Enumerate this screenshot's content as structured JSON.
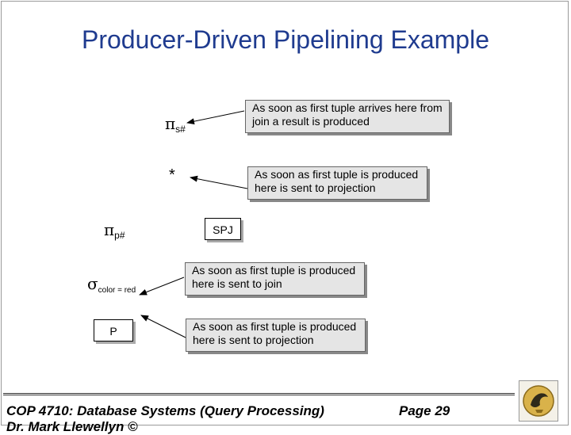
{
  "title": "Producer-Driven Pipelining Example",
  "nodes": {
    "pi_s": {
      "symbol": "π",
      "sub": "s#"
    },
    "join": {
      "symbol": "*"
    },
    "pi_p": {
      "symbol": "π",
      "sub": "p#"
    },
    "sigma": {
      "symbol": "σ",
      "sub": "color = red"
    },
    "p_relation": {
      "label": "P"
    },
    "spj_relation": {
      "label": "SPJ"
    }
  },
  "callouts": {
    "c1": "As soon as first tuple arrives here from join a result is produced",
    "c2": "As soon as first tuple is produced here is sent to projection",
    "c3": "As soon as first tuple is produced here is sent to join",
    "c4": "As soon as first tuple is produced here is sent to projection"
  },
  "footer": {
    "course": "COP 4710: Database Systems (Query Processing)",
    "page": "Page 29",
    "author": "Dr. Mark Llewellyn ©"
  },
  "colors": {
    "title": "#1f3b8f",
    "callout_fill": "#e5e5e5"
  }
}
